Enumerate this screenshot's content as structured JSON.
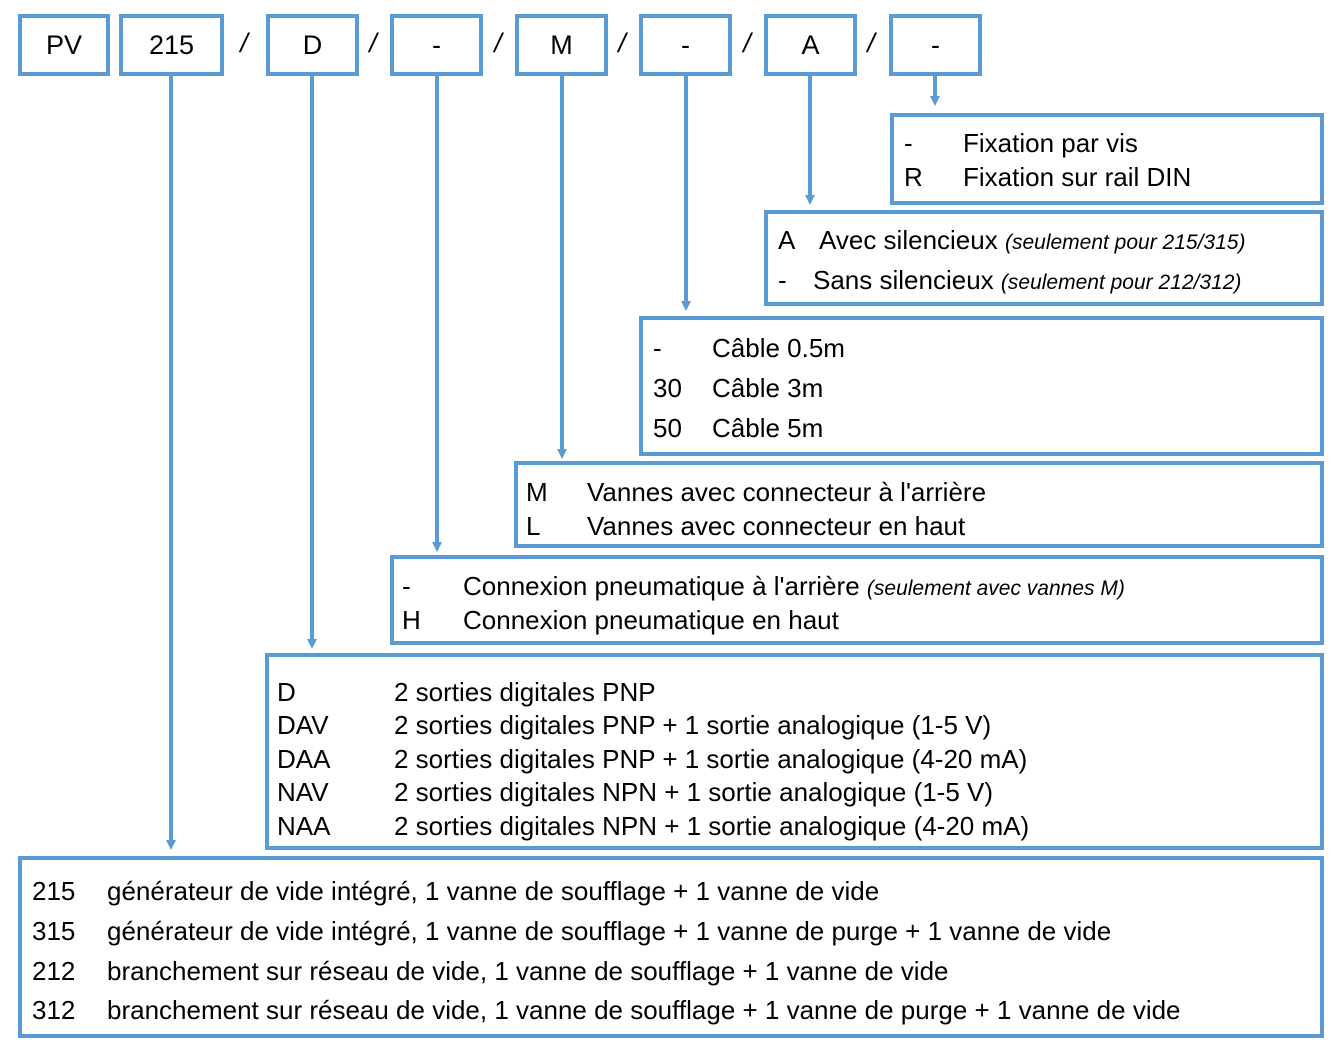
{
  "accent_color": "#5b9bd5",
  "code_segments": [
    {
      "id": "seg-pv",
      "label": "PV"
    },
    {
      "id": "seg-215",
      "label": "215"
    },
    {
      "id": "seg-d",
      "label": "D"
    },
    {
      "id": "seg-dash1",
      "label": "-"
    },
    {
      "id": "seg-m",
      "label": "M"
    },
    {
      "id": "seg-dash2",
      "label": "-"
    },
    {
      "id": "seg-a",
      "label": "A"
    },
    {
      "id": "seg-dash3",
      "label": "-"
    }
  ],
  "separator": "/",
  "fixation": {
    "options": [
      {
        "code": "-",
        "desc": "Fixation par vis"
      },
      {
        "code": "R",
        "desc": "Fixation sur rail DIN"
      }
    ]
  },
  "silencieux": {
    "options": [
      {
        "code": "A",
        "desc": "Avec silencieux",
        "note": "(seulement pour 215/315)"
      },
      {
        "code": "-",
        "desc": "Sans silencieux",
        "note": "(seulement pour 212/312)"
      }
    ]
  },
  "cable": {
    "options": [
      {
        "code": "-",
        "desc": "Câble 0.5m"
      },
      {
        "code": "30",
        "desc": "Câble 3m"
      },
      {
        "code": "50",
        "desc": "Câble 5m"
      }
    ]
  },
  "vannes": {
    "options": [
      {
        "code": "M",
        "desc": "Vannes avec connecteur à l'arrière"
      },
      {
        "code": "L",
        "desc": "Vannes avec connecteur en haut"
      }
    ]
  },
  "connexion": {
    "options": [
      {
        "code": "-",
        "desc": "Connexion pneumatique à l'arrière",
        "note": "(seulement avec vannes M)"
      },
      {
        "code": "H",
        "desc": "Connexion pneumatique en haut"
      }
    ]
  },
  "sorties": {
    "options": [
      {
        "code": "D",
        "desc": "2 sorties digitales PNP"
      },
      {
        "code": "DAV",
        "desc": "2 sorties digitales PNP + 1 sortie analogique (1-5 V)"
      },
      {
        "code": "DAA",
        "desc": "2 sorties digitales PNP + 1 sortie analogique (4-20 mA)"
      },
      {
        "code": "NAV",
        "desc": "2 sorties digitales NPN + 1 sortie analogique (1-5 V)"
      },
      {
        "code": "NAA",
        "desc": "2 sorties digitales NPN + 1 sortie analogique (4-20 mA)"
      }
    ]
  },
  "generateur": {
    "options": [
      {
        "code": "215",
        "desc": "générateur de vide intégré, 1 vanne de soufflage + 1 vanne de vide"
      },
      {
        "code": "315",
        "desc": "générateur de vide intégré, 1 vanne de soufflage + 1 vanne de purge + 1 vanne de vide"
      },
      {
        "code": "212",
        "desc": "branchement sur réseau de vide, 1 vanne de soufflage + 1 vanne de vide"
      },
      {
        "code": "312",
        "desc": "branchement sur réseau de vide, 1 vanne de soufflage + 1 vanne de purge + 1 vanne de vide"
      }
    ]
  }
}
